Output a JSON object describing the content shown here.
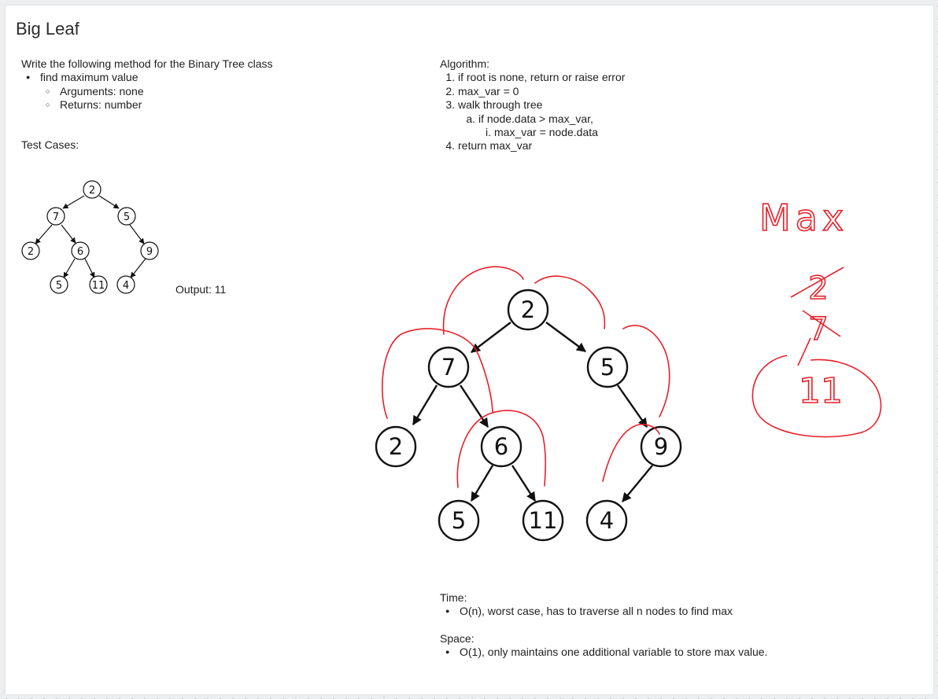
{
  "title": "Big Leaf",
  "task": {
    "intro": "Write the following method for the Binary Tree class",
    "method": "find maximum value",
    "arguments": "Arguments: none",
    "returns": "Returns: number"
  },
  "test_cases_label": "Test Cases:",
  "output_label": "Output: 11",
  "algorithm": {
    "heading": "Algorithm:",
    "steps": [
      {
        "num": "1.",
        "text": "if root is none, return or raise error"
      },
      {
        "num": "2.",
        "text": "max_var = 0"
      },
      {
        "num": "3.",
        "text": "walk through tree"
      },
      {
        "num": "a.",
        "text": "if node.data > max_var,"
      },
      {
        "num": "i.",
        "text": "max_var = node.data"
      },
      {
        "num": "4.",
        "text": "return max_var"
      }
    ]
  },
  "tree_nodes": [
    "2",
    "7",
    "5",
    "2",
    "6",
    "9",
    "5",
    "11",
    "4"
  ],
  "handwriting": [
    "Max",
    "2",
    "7",
    "11"
  ],
  "time": {
    "heading": "Time:",
    "text": "O(n), worst case, has to traverse all n nodes to find max"
  },
  "space": {
    "heading": "Space:",
    "text": "O(1), only maintains one additional variable to store max value."
  },
  "colors": {
    "ink": "#111111",
    "annotation": "#e8202a",
    "board": "#ffffff"
  }
}
